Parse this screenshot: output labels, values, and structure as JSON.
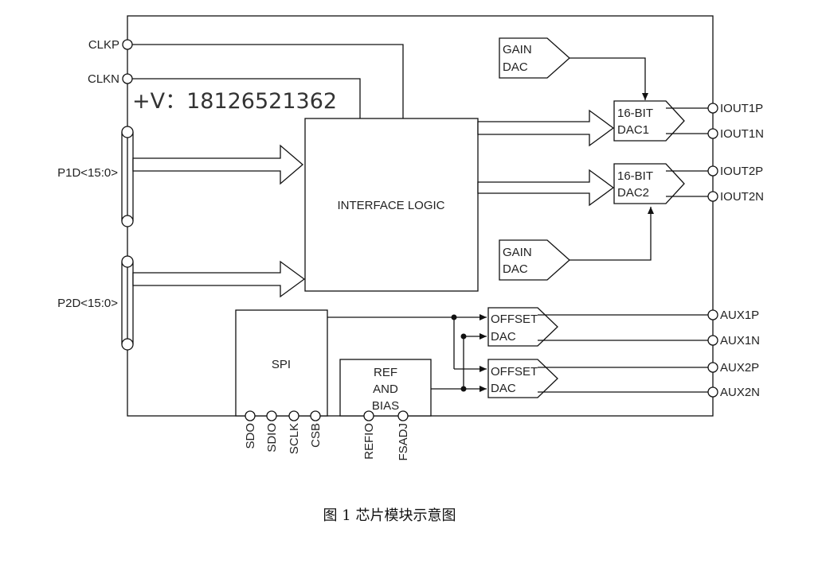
{
  "pins_left": {
    "clkp": "CLKP",
    "clkn": "CLKN",
    "p1d": "P1D<15:0>",
    "p2d": "P2D<15:0>"
  },
  "pins_right": {
    "iout1p": "IOUT1P",
    "iout1n": "IOUT1N",
    "iout2p": "IOUT2P",
    "iout2n": "IOUT2N",
    "aux1p": "AUX1P",
    "aux1n": "AUX1N",
    "aux2p": "AUX2P",
    "aux2n": "AUX2N"
  },
  "pins_bottom": {
    "sdo": "SDO",
    "sdio": "SDIO",
    "sclk": "SCLK",
    "csb": "CSB",
    "refio": "REFIO",
    "fsadj": "FSADJ"
  },
  "blocks": {
    "interface_logic": "INTERFACE LOGIC",
    "spi": "SPI",
    "ref_bias": [
      "REF",
      "AND",
      "BIAS"
    ],
    "gain_dac_top": [
      "GAIN",
      "DAC"
    ],
    "gain_dac_bottom": [
      "GAIN",
      "DAC"
    ],
    "dac1": [
      "16-BIT",
      "DAC1"
    ],
    "dac2": [
      "16-BIT",
      "DAC2"
    ],
    "offset_dac_1": [
      "OFFSET",
      "DAC"
    ],
    "offset_dac_2": [
      "OFFSET",
      "DAC"
    ]
  },
  "watermark": "+V：18126521362",
  "caption": "图 1 芯片模块示意图"
}
